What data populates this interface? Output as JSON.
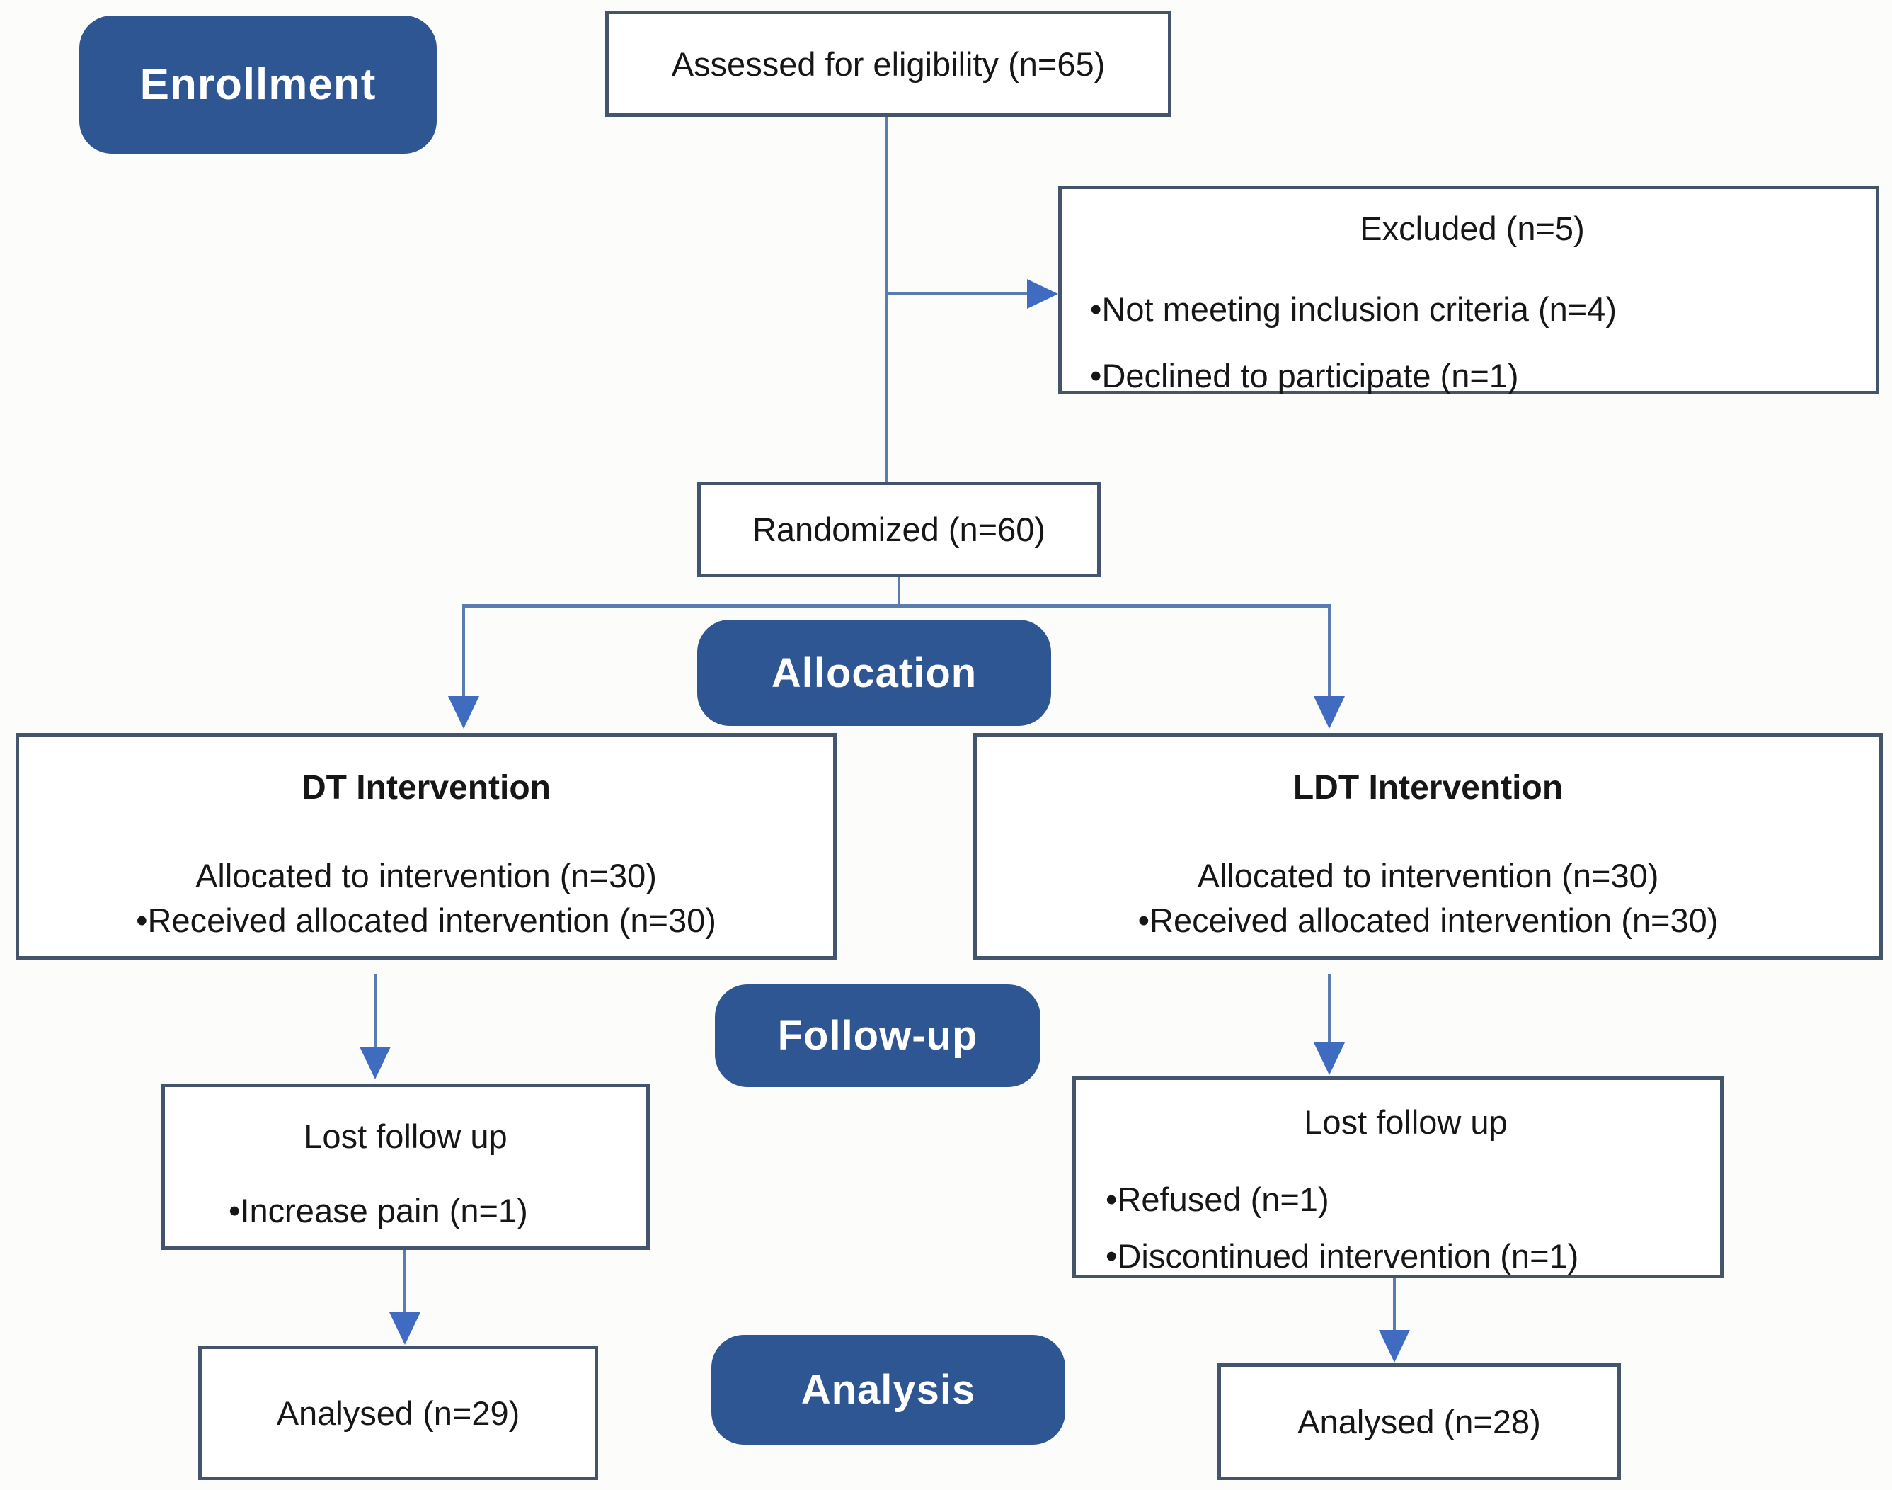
{
  "colors": {
    "stage_label_bg": "#2e5693",
    "stage_label_text": "#ffffff",
    "box_border": "#44546a",
    "box_bg": "#ffffff",
    "connector_line": "#5b7cb0",
    "arrowhead": "#3f6bc0",
    "text": "#161616"
  },
  "stages": {
    "enrollment": "Enrollment",
    "allocation": "Allocation",
    "followup": "Follow-up",
    "analysis": "Analysis"
  },
  "boxes": {
    "assessed": {
      "line1": "Assessed for eligibility (n=65)"
    },
    "excluded": {
      "title": "Excluded (n=5)",
      "bullets": [
        "•Not meeting inclusion criteria (n=4)",
        "•Declined to participate (n=1)"
      ]
    },
    "randomized": {
      "line1": "Randomized (n=60)"
    },
    "dt": {
      "title": "DT Intervention",
      "line1": "Allocated to intervention (n=30)",
      "bullet1": "•Received allocated intervention (n=30)"
    },
    "ldt": {
      "title": "LDT Intervention",
      "line1": "Allocated to intervention (n=30)",
      "bullet1": "•Received allocated intervention (n=30)"
    },
    "lost_left": {
      "title": "Lost follow up",
      "bullets": [
        "•Increase pain (n=1)"
      ]
    },
    "lost_right": {
      "title": "Lost follow up",
      "bullets": [
        "•Refused (n=1)",
        "•Discontinued intervention (n=1)"
      ]
    },
    "analysed_left": {
      "line1": "Analysed (n=29)"
    },
    "analysed_right": {
      "line1": "Analysed (n=28)"
    }
  }
}
